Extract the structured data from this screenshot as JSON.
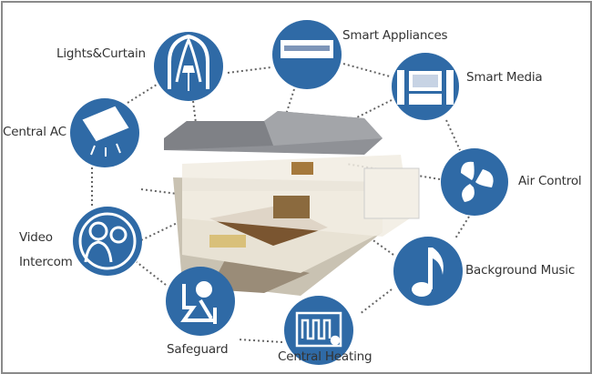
{
  "accent_color": "#2f6aa6",
  "center_image": "smart-house-cutaway",
  "nodes": [
    {
      "label": "Lights&Curtain",
      "icon": "lamp-curtain-icon"
    },
    {
      "label": "Smart Appliances",
      "icon": "air-conditioner-unit-icon"
    },
    {
      "label": "Smart Media",
      "icon": "home-theater-icon"
    },
    {
      "label": "Central AC",
      "icon": "ceiling-ac-icon"
    },
    {
      "label": "Air Control",
      "icon": "fan-icon"
    },
    {
      "label": "Video",
      "label2": "Intercom",
      "icon": "video-intercom-icon"
    },
    {
      "label": "Background Music",
      "icon": "music-note-icon"
    },
    {
      "label": "Safeguard",
      "icon": "safeguard-icon"
    },
    {
      "label": "Central Heating",
      "icon": "floor-heating-icon"
    }
  ]
}
